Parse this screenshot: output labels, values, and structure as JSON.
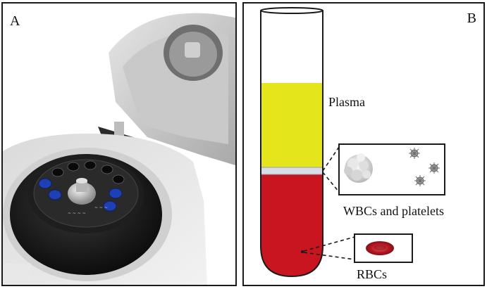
{
  "panel_a": {
    "letter": "A"
  },
  "panel_b": {
    "letter": "B",
    "labels": {
      "plasma": "Plasma",
      "wbc_platelets": "WBCs and platelets",
      "rbcs": "RBCs"
    },
    "colors": {
      "plasma": "#e4e51b",
      "buffy_coat": "#d9dde6",
      "rbc_layer": "#c8151f",
      "outline": "#1a1a1a"
    }
  }
}
